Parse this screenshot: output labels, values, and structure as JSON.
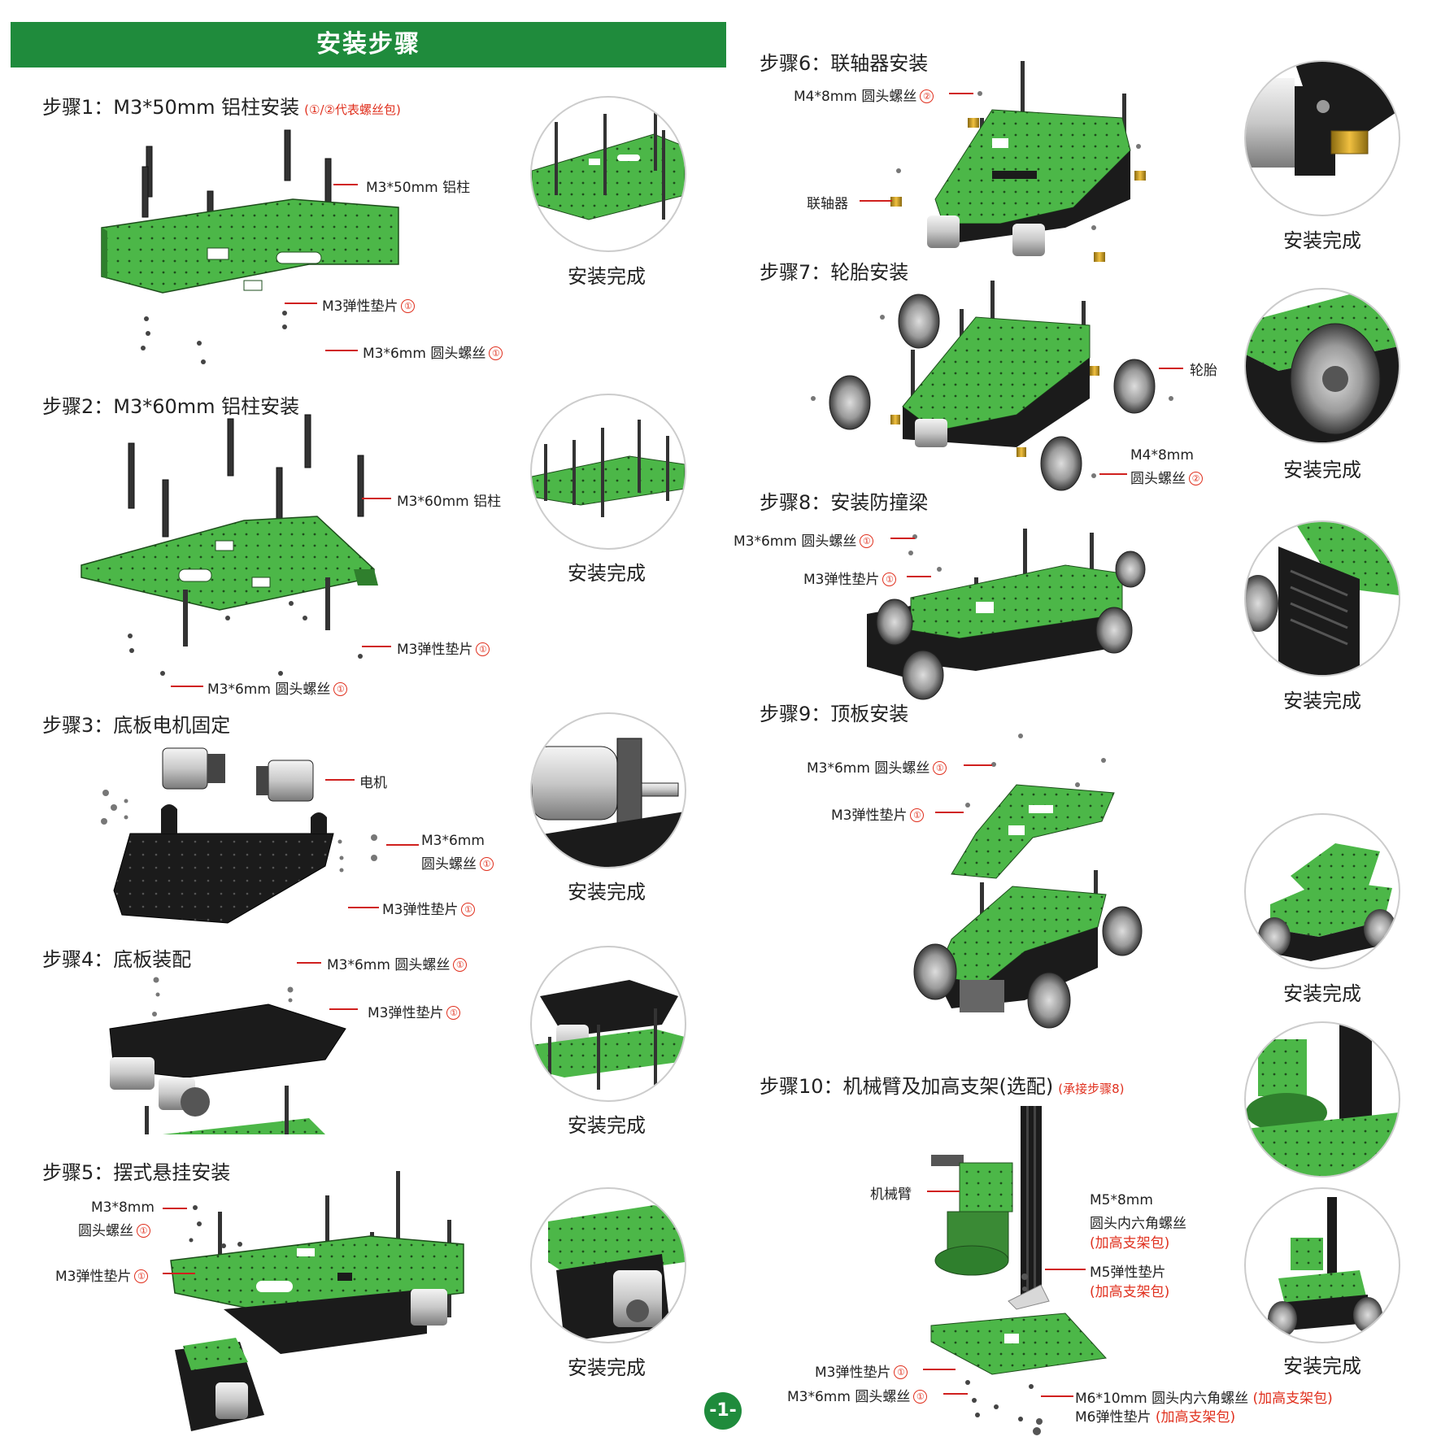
{
  "header": {
    "title": "安装步骤"
  },
  "page_number": "-1-",
  "done_label": "安装完成",
  "colors": {
    "accent_green": "#1f8b3c",
    "board_green": "#4cb748",
    "annotation_red": "#e0301e",
    "board_black": "#1b1b1b"
  },
  "steps": {
    "s1": {
      "title": "步骤1：M3*50mm 铝柱安装",
      "note": "(①/②代表螺丝包)",
      "labels": {
        "pillar": "M3*50mm 铝柱",
        "washer": "M3弹性垫片",
        "screw": "M3*6mm 圆头螺丝"
      }
    },
    "s2": {
      "title": "步骤2：M3*60mm 铝柱安装",
      "labels": {
        "pillar": "M3*60mm 铝柱",
        "washer": "M3弹性垫片",
        "screw": "M3*6mm 圆头螺丝"
      }
    },
    "s3": {
      "title": "步骤3：底板电机固定",
      "labels": {
        "motor": "电机",
        "screw_a": "M3*6mm",
        "screw_b": "圆头螺丝",
        "washer": "M3弹性垫片"
      }
    },
    "s4": {
      "title": "步骤4：底板装配",
      "labels": {
        "screw": "M3*6mm 圆头螺丝",
        "washer": "M3弹性垫片"
      }
    },
    "s5": {
      "title": "步骤5：摆式悬挂安装",
      "labels": {
        "screw_a": "M3*8mm",
        "screw_b": "圆头螺丝",
        "washer": "M3弹性垫片"
      }
    },
    "s6": {
      "title": "步骤6：联轴器安装",
      "labels": {
        "screw": "M4*8mm 圆头螺丝",
        "coupler": "联轴器"
      }
    },
    "s7": {
      "title": "步骤7：轮胎安装",
      "labels": {
        "tire": "轮胎",
        "screw_a": "M4*8mm",
        "screw_b": "圆头螺丝"
      }
    },
    "s8": {
      "title": "步骤8：安装防撞梁",
      "labels": {
        "screw": "M3*6mm 圆头螺丝",
        "washer": "M3弹性垫片"
      }
    },
    "s9": {
      "title": "步骤9：顶板安装",
      "labels": {
        "screw": "M3*6mm 圆头螺丝",
        "washer": "M3弹性垫片"
      }
    },
    "s10": {
      "title": "步骤10：机械臂及加高支架(选配)",
      "note": "(承接步骤8)",
      "labels": {
        "arm": "机械臂",
        "m5_a": "M5*8mm",
        "m5_b": "圆头内六角螺丝",
        "pkg": "(加高支架包)",
        "m5_washer": "M5弹性垫片",
        "m3_washer": "M3弹性垫片",
        "m3_screw": "M3*6mm 圆头螺丝",
        "m6_screw": "M6*10mm 圆头内六角螺丝",
        "m6_washer": "M6弹性垫片"
      }
    }
  },
  "circled": {
    "one": "①",
    "two": "②"
  }
}
